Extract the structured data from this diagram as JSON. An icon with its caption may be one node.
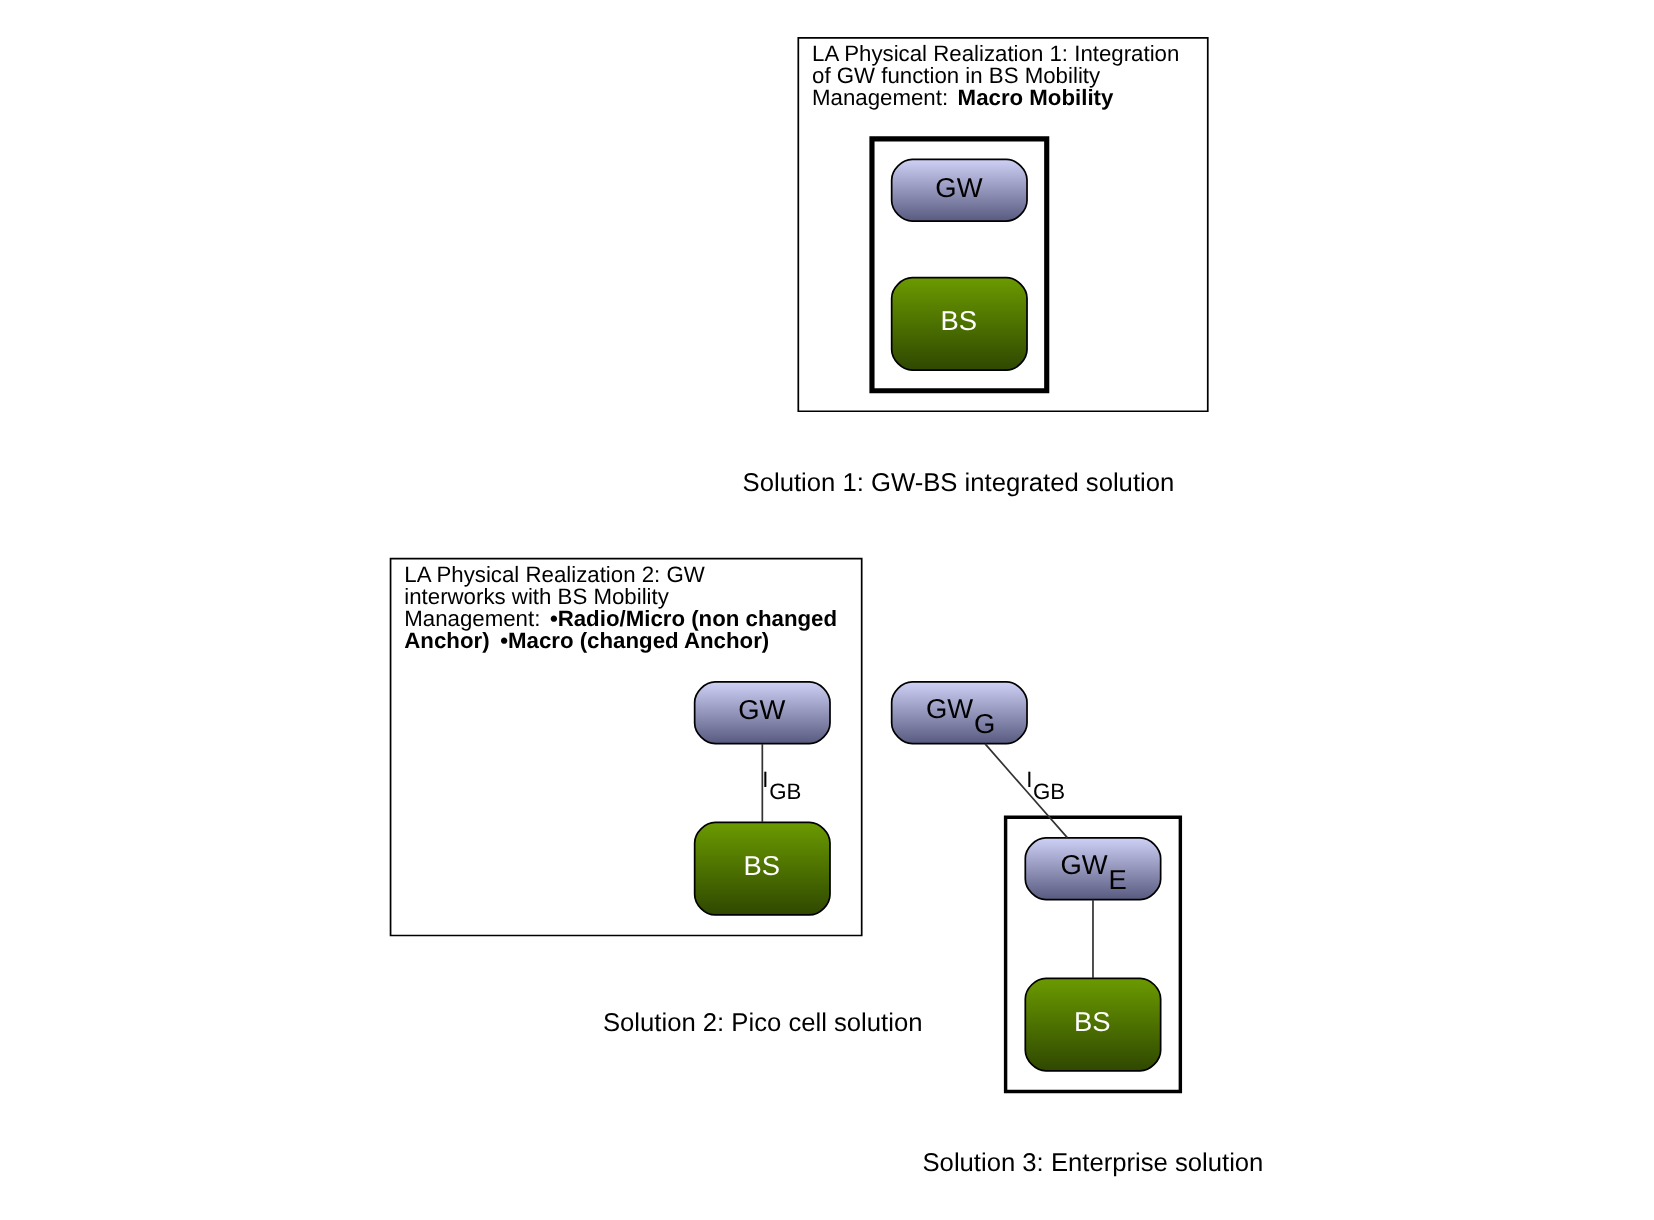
{
  "diagram": {
    "nodes": [
      {
        "text": [
          "LA Physical Realization 1: Integration of GW function in BS Mobility Management: **Macro Mobility**"
        ],
        "beside": [
          "Solution 1: GW-BS integrated solution"
        ]
      },
      {
        "text": [],
        "shape": "box",
        "in": 0
      },
      {
        "text": [
          "GW"
        ],
        "in": 1
      },
      {
        "text": [
          "BS"
        ],
        "in": 1
      },
      {
        "text": [
          "LA Physical Realization 2: GW interworks with BS Mobility Management: **•Radio/Micro (non changed Anchor)** **•Macro (changed Anchor)**"
        ],
        "beside": [
          "Solution 2: Pico cell solution"
        ]
      },
      {
        "text": [
          "GW"
        ],
        "in": 4
      },
      {
        "text": [
          "BS"
        ],
        "in": 4
      },
      {
        "text": [
          "GW$_{G}$"
        ]
      },
      {
        "text": [],
        "shape": "box",
        "beside": [
          "Solution 3: Enterprise solution"
        ]
      },
      {
        "text": [
          "GW$_{E}$"
        ],
        "in": 8
      },
      {
        "text": [
          "BS"
        ],
        "in": 8
      }
    ],
    "edges": [
      {
        "from": 5,
        "to": 6,
        "arrow": "none",
        "label": "I$_{GB}$"
      },
      {
        "from": 7,
        "to": 9,
        "arrow": "none",
        "label": "I$_{GB}$"
      },
      {
        "from": 9,
        "to": 10,
        "arrow": "none"
      }
    ]
  }
}
